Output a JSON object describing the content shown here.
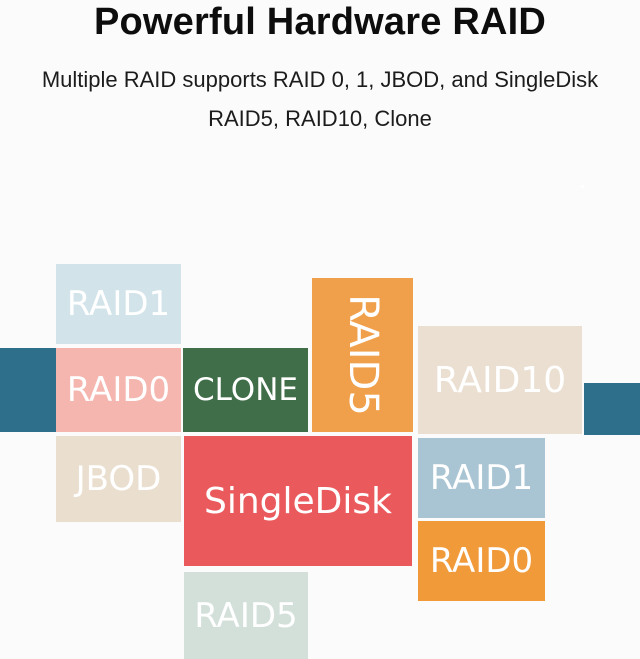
{
  "header": {
    "title": "Powerful Hardware RAID",
    "subtitle_line1": "Multiple RAID supports RAID 0, 1, JBOD, and SingleDisk",
    "subtitle_line2": "RAID5, RAID10, Clone"
  },
  "blocks": [
    {
      "id": "raid1-top",
      "label": "RAID1",
      "color": "#d2e3e9"
    },
    {
      "id": "raid0-left",
      "label": "RAID0",
      "color": "#f4b6ae"
    },
    {
      "id": "jbod",
      "label": "JBOD",
      "color": "#eadfcf"
    },
    {
      "id": "clone",
      "label": "CLONE",
      "color": "#3f6e49"
    },
    {
      "id": "raid5-vertical",
      "label": "RAID5",
      "color": "#f0a04b"
    },
    {
      "id": "singledisk",
      "label": "SingleDisk",
      "color": "#ea5a5d"
    },
    {
      "id": "raid10",
      "label": "RAID10",
      "color": "#ebdfd1"
    },
    {
      "id": "raid1-right",
      "label": "RAID1",
      "color": "#a9c4d2"
    },
    {
      "id": "raid0-right",
      "label": "RAID0",
      "color": "#f09a3a"
    },
    {
      "id": "raid5-bottom",
      "label": "RAID5",
      "color": "#d3e0da"
    }
  ],
  "accent_bar_color": "#2e6f8b"
}
